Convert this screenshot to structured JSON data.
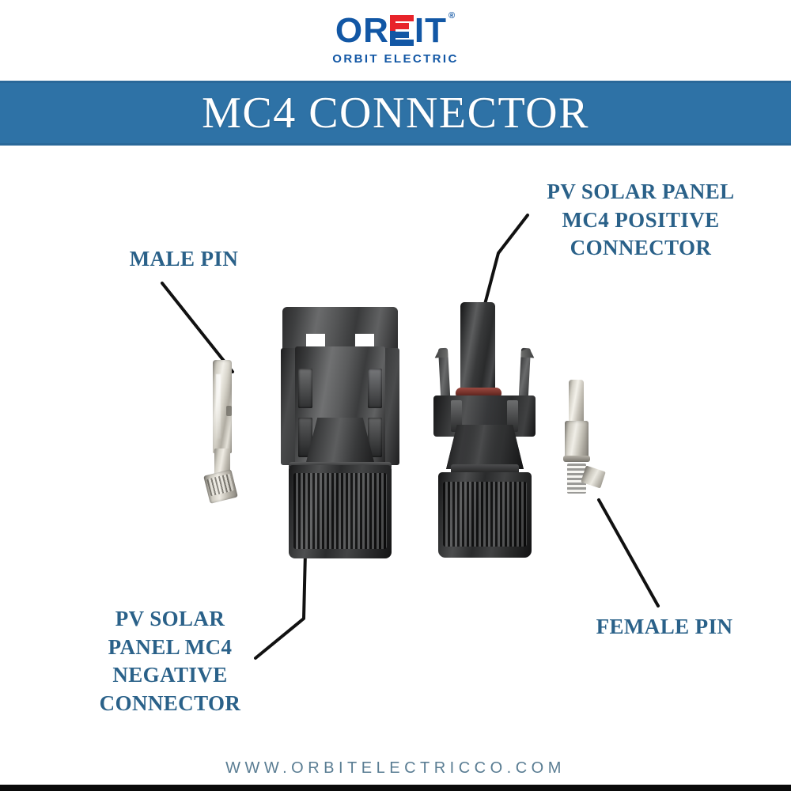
{
  "page": {
    "background_color": "#ffffff"
  },
  "logo": {
    "name": "ORBIT",
    "letters_before": "OR",
    "letters_after": "IT",
    "registered_symbol": "®",
    "tagline": "ORBIT ELECTRIC",
    "blue": "#1257a5",
    "red": "#e8232a"
  },
  "banner": {
    "title": "MC4 CONNECTOR",
    "background_color": "#2e72a6",
    "text_color": "#ffffff"
  },
  "labels": {
    "male_pin": "MALE PIN",
    "positive_connector": "PV SOLAR PANEL\nMC4 POSITIVE\nCONNECTOR",
    "negative_connector": "PV SOLAR\nPANEL MC4\nNEGATIVE\nCONNECTOR",
    "female_pin": "FEMALE PIN",
    "text_color": "#2a6189"
  },
  "photos": {
    "male_pin_alt": "male-pin-metal-contact",
    "negative_connector_alt": "mc4-negative-female-housing-connector",
    "positive_connector_alt": "mc4-positive-male-housing-connector",
    "female_pin_alt": "female-pin-metal-contact"
  },
  "footer": {
    "url": "WWW.ORBITELECTRICCO.COM",
    "url_color": "#5a7d93",
    "bar_color": "#0a0a0a"
  }
}
